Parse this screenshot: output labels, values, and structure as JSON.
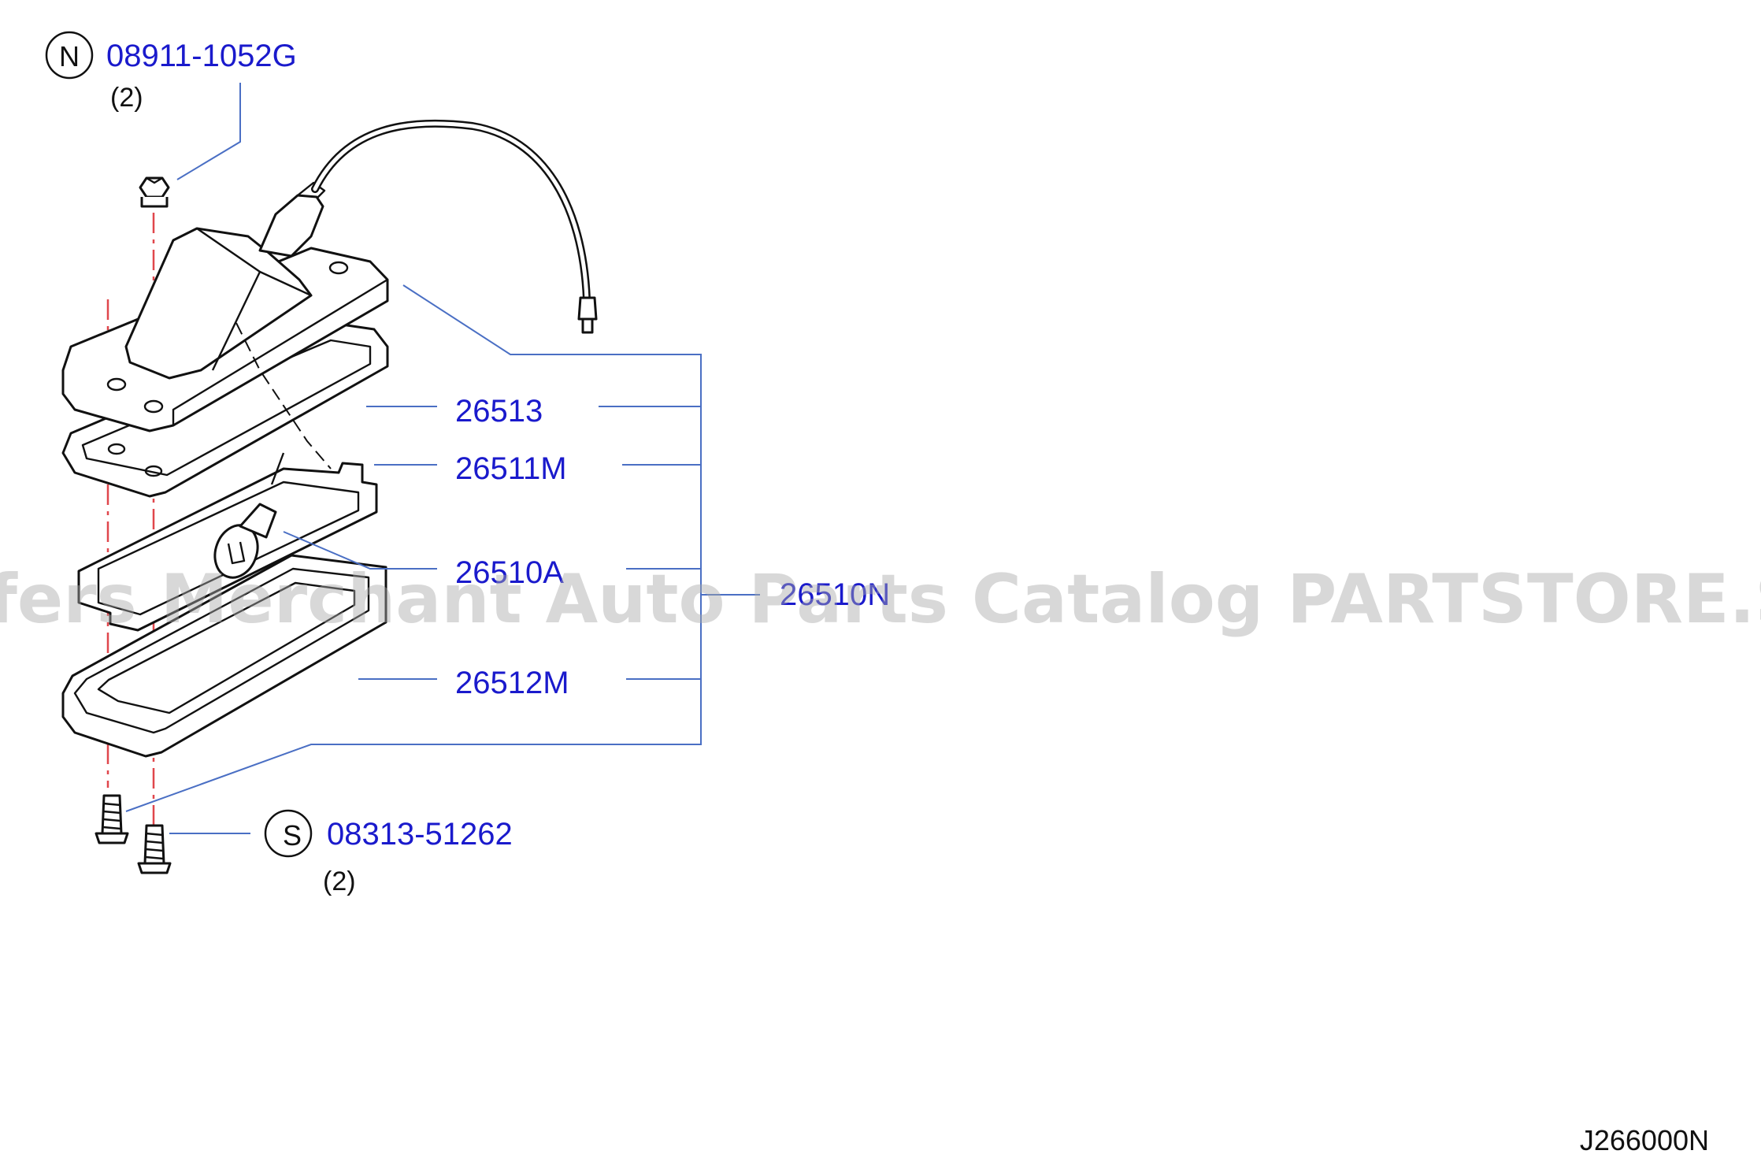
{
  "fasteners": {
    "nut": {
      "badge": "N",
      "part_number": "08911-1052G",
      "qty": "(2)"
    },
    "screw": {
      "badge": "S",
      "part_number": "08313-51262",
      "qty": "(2)"
    }
  },
  "parts": [
    {
      "part_number": "26513"
    },
    {
      "part_number": "26511M"
    },
    {
      "part_number": "26510A"
    },
    {
      "part_number": "26512M"
    }
  ],
  "assembly": {
    "part_number": "26510N"
  },
  "diagram_code": "J266000N",
  "watermark": "Offers Merchant Auto Parts Catalog PARTSTORE.SA",
  "colors": {
    "part_label": "#1a1acc",
    "leader_line": "#4a6fc4",
    "center_line": "#e0474c",
    "watermark": "#a9a9a9"
  }
}
